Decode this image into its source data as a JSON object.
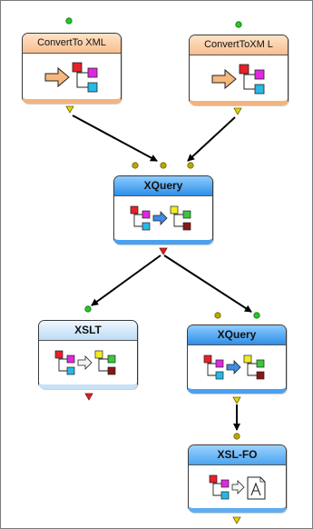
{
  "nodes": {
    "convert_left": {
      "title": "ConvertTo XML"
    },
    "convert_right": {
      "title": "ConvertToXM L"
    },
    "xquery_center": {
      "title": "XQuery"
    },
    "xslt": {
      "title": "XSLT"
    },
    "xquery_right": {
      "title": "XQuery"
    },
    "xslfo": {
      "title": "XSL-FO"
    }
  },
  "colors": {
    "port_in": "#22cc22",
    "port_olive": "#b8a800",
    "port_out_yellow": "#e6d200",
    "port_out_red": "#dd2222",
    "convert_header": "#f7be8f",
    "xquery_header": "#2f8fe8",
    "xslt_header": "#bddcf6",
    "arrow": "#000000"
  },
  "icons": {
    "convert": "convert-to-xml-icon",
    "xquery": "xquery-transform-icon",
    "xslt": "xslt-transform-icon",
    "xslfo": "xsl-fo-render-icon"
  }
}
